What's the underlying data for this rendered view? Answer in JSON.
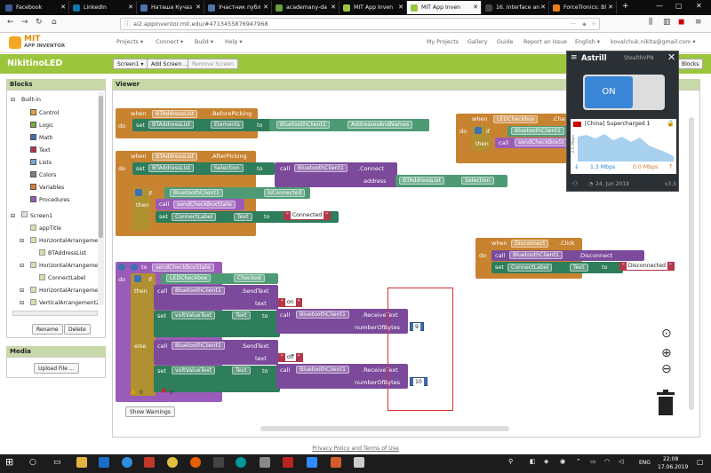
{
  "browser": {
    "tabs": [
      "Facebook",
      "LinkedIn",
      "Наташа Кучаз",
      "Участник публ",
      "academany-da",
      "MIT App Inven",
      "MIT App Inven",
      "16. Interface an",
      "ForceTronics: Bl"
    ],
    "url": "ai2.appinventor.mit.edu/#4713455876947968"
  },
  "app": {
    "logo_line1": "MIT",
    "logo_line2": "APP INVENTOR",
    "menus": [
      "Projects",
      "Connect",
      "Build",
      "Help"
    ],
    "right_menus": [
      "My Projects",
      "Gallery",
      "Guide",
      "Report an Issue",
      "English",
      "kovalchuk.nikita@gmail.com"
    ],
    "project_name": "NikitinoLED",
    "screen_btn": "Screen1 ▾",
    "add_screen": "Add Screen ...",
    "remove_screen": "Remove Screen",
    "blocks_btn": "Blocks"
  },
  "blocks_panel": {
    "title": "Blocks",
    "builtin": "Built-in",
    "builtin_items": [
      {
        "label": "Control",
        "color": "#e6a23a"
      },
      {
        "label": "Logic",
        "color": "#77ab41"
      },
      {
        "label": "Math",
        "color": "#3f6fb5"
      },
      {
        "label": "Text",
        "color": "#b4364a"
      },
      {
        "label": "Lists",
        "color": "#76a7d6"
      },
      {
        "label": "Colors",
        "color": "#7d7d7d"
      },
      {
        "label": "Variables",
        "color": "#e07a2e"
      },
      {
        "label": "Procedures",
        "color": "#9a5cb8"
      }
    ],
    "screen": "Screen1",
    "components": [
      "appTitle",
      "HorizontalArrangemer",
      "BTAddressList",
      "HorizontalArrangemer",
      "ConnectLabel",
      "HorizontalArrangemer",
      "VerticalArrangement2"
    ],
    "rename": "Rename",
    "delete": "Delete",
    "media_title": "Media",
    "upload": "Upload File ..."
  },
  "viewer": {
    "title": "Viewer",
    "show_warnings": "Show Warnings",
    "warn_count": "0",
    "err_count": "0"
  },
  "code": {
    "when": "when",
    "do": "do",
    "set": "set",
    "to": "to",
    "call": "call",
    "if": "if",
    "then": "then",
    "else": "else",
    "b1_comp": "BTAddressList",
    "b1_event": ".BeforePicking",
    "b1_prop": "Elements",
    "b1_val_comp": "BluetoothClient1",
    "b1_val_prop": "AddressesAndNames",
    "b2_comp": "BTAddressList",
    "b2_event": ".AfterPicking",
    "b2_prop": "Selection",
    "b2_call_comp": "BluetoothClient1",
    "b2_call_method": ".Connect",
    "b2_addr": "address",
    "b2_addr_comp": "BTAddressList",
    "b2_addr_prop": "Selection",
    "b2_if_comp": "BluetoothClient1",
    "b2_if_prop": "IsConnected",
    "b2_proc": "sendCheckBoxState",
    "b2_set_comp": "ConnectLabel",
    "b2_set_prop": "Text",
    "b2_text": "Connected",
    "b3_comp": "LEDCheckbox",
    "b3_event": ".Cha",
    "b3_if_comp": "BluetoothClient1",
    "b3_proc": "sendCheckBoxSt",
    "b4_comp": "Disconnect",
    "b4_event": ".Click",
    "b4_call_comp": "BluetoothClient1",
    "b4_call_method": ".Disconnect",
    "b4_set_comp": "ConnectLabel",
    "b4_set_prop": "Text",
    "b4_text": "Disconnected",
    "b5_proc": "sendCheckBoxState",
    "b5_cond_comp": "LEDCheckbox",
    "b5_cond_prop": "Checked",
    "sendtext_comp": "BluetoothClient1",
    "sendtext_method": ".SendText",
    "text_kw": "text",
    "on": "on",
    "off": "off",
    "var_comp": "voltValueText",
    "var_prop": "Text",
    "recv_comp": "BluetoothClient1",
    "recv_method": ".ReceiveText",
    "numbytes": "numberOfBytes",
    "n1": "9",
    "n2": "10"
  },
  "astrill": {
    "title": "Astrill",
    "mode": "StealthVPN",
    "toggle": "ON",
    "server": "[China] Supercharged 1",
    "ylabel": "2.0 Mbps",
    "down": "1.3 Mbps",
    "up": "0.0 Mbps",
    "date": "24. Jun 2019",
    "version": "v3.5"
  },
  "footer": {
    "text": "Privacy Policy and Terms of Use"
  },
  "taskbar": {
    "lang": "ENG",
    "time": "22:08",
    "date": "17.06.2019"
  }
}
